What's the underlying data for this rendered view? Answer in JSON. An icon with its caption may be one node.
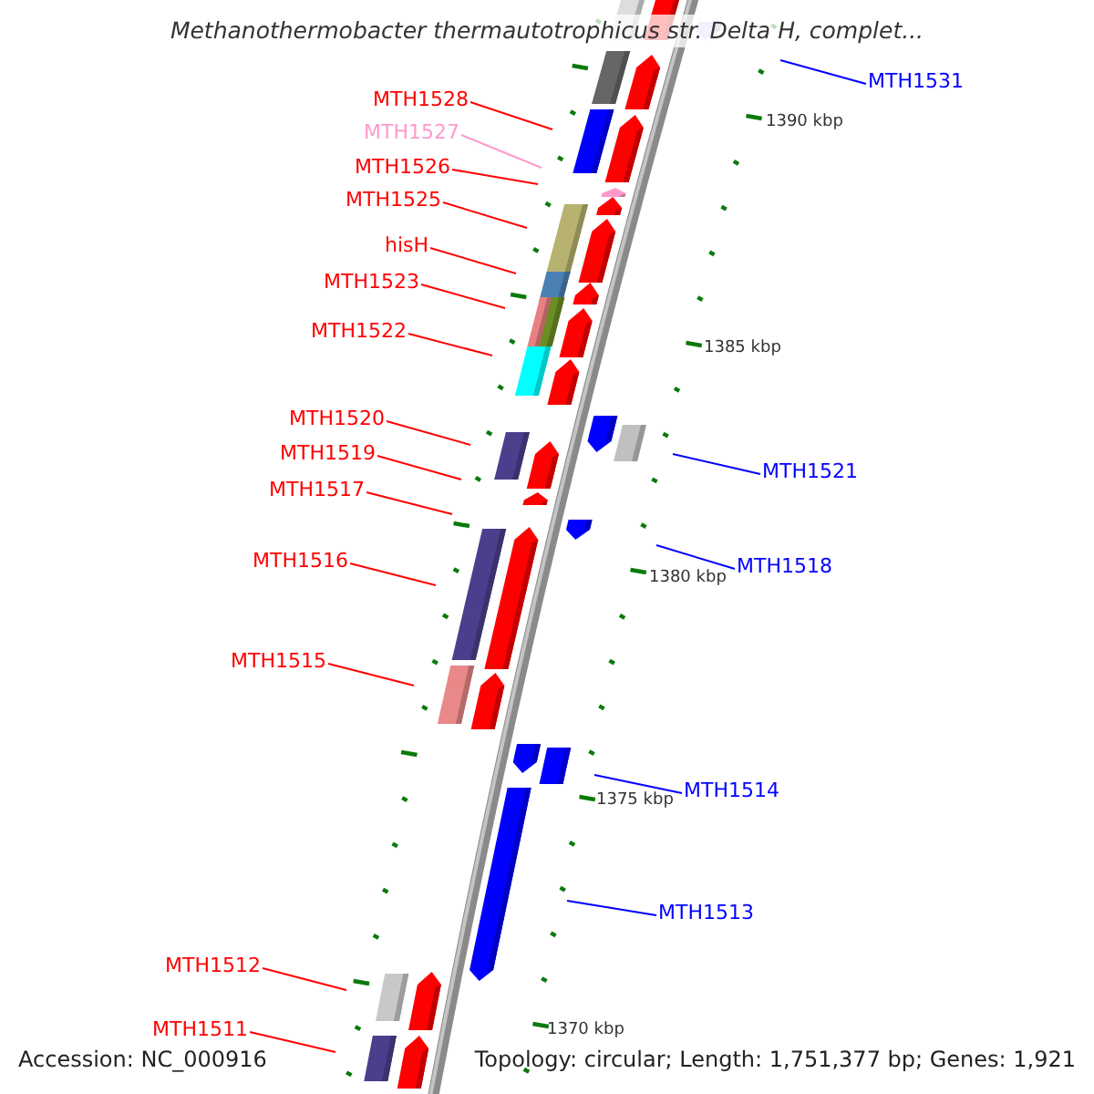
{
  "diagram": {
    "title": "Methanothermobacter thermautotrophicus str. Delta H, complet...",
    "nodes": [
      {
        "text": [
          "MTH1531"
        ]
      },
      {
        "text": [
          "MTH1528"
        ]
      },
      {
        "text": [
          "MTH1527"
        ]
      },
      {
        "text": [
          "MTH1526"
        ]
      },
      {
        "text": [
          "MTH1525"
        ]
      },
      {
        "text": [
          "hisH"
        ]
      },
      {
        "text": [
          "MTH1523"
        ]
      },
      {
        "text": [
          "MTH1522"
        ]
      },
      {
        "text": [
          "MTH1520"
        ]
      },
      {
        "text": [
          "MTH1519"
        ]
      },
      {
        "text": [
          "MTH1521"
        ]
      },
      {
        "text": [
          "MTH1517"
        ]
      },
      {
        "text": [
          "MTH1516"
        ]
      },
      {
        "text": [
          "MTH1518"
        ]
      },
      {
        "text": [
          "MTH1515"
        ]
      },
      {
        "text": [
          "MTH1514"
        ]
      },
      {
        "text": [
          "MTH1513"
        ]
      },
      {
        "text": [
          "MTH1512"
        ]
      },
      {
        "text": [
          "MTH1511"
        ]
      }
    ],
    "edges": [
      {
        "from": 0,
        "to": null,
        "arrow": "none",
        "color": "#0000ff"
      },
      {
        "from": 1,
        "to": null,
        "arrow": "none"
      },
      {
        "from": 2,
        "to": null,
        "arrow": "none",
        "color": "#ff99cc"
      },
      {
        "from": 3,
        "to": null,
        "arrow": "none"
      },
      {
        "from": 4,
        "to": null,
        "arrow": "none"
      },
      {
        "from": 5,
        "to": null,
        "arrow": "none"
      },
      {
        "from": 6,
        "to": null,
        "arrow": "none"
      },
      {
        "from": 7,
        "to": null,
        "arrow": "none"
      },
      {
        "from": 8,
        "to": null,
        "arrow": "none"
      },
      {
        "from": 9,
        "to": null,
        "arrow": "none"
      },
      {
        "from": 10,
        "to": null,
        "arrow": "none",
        "color": "#0000ff"
      },
      {
        "from": 11,
        "to": null,
        "arrow": "none"
      },
      {
        "from": 12,
        "to": null,
        "arrow": "none"
      },
      {
        "from": 13,
        "to": null,
        "arrow": "none",
        "color": "#0000ff"
      },
      {
        "from": 14,
        "to": null,
        "arrow": "none"
      },
      {
        "from": 15,
        "to": null,
        "arrow": "none",
        "color": "#0000ff"
      },
      {
        "from": 16,
        "to": null,
        "arrow": "none",
        "color": "#0000ff"
      },
      {
        "from": 17,
        "to": null,
        "arrow": "none"
      },
      {
        "from": 18,
        "to": null,
        "arrow": "none"
      }
    ],
    "labels": [
      "1390 kbp",
      "1385 kbp",
      "1380 kbp",
      "1375 kbp",
      "1370 kbp",
      "Accession: NC_000916",
      "Topology: circular; Length: 1,751,377 bp; Genes: 1,921"
    ]
  }
}
